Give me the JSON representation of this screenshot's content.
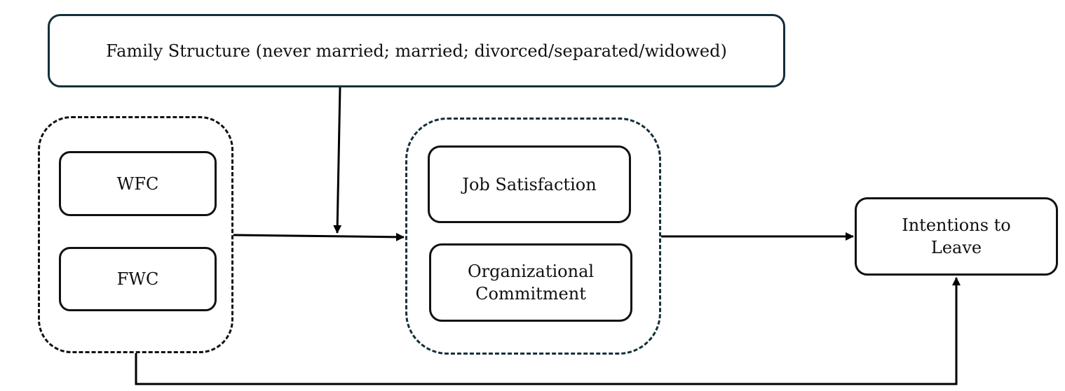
{
  "colors": {
    "dark_border": "#14303a",
    "black_border": "#111111",
    "arrow": "#000000",
    "background": "#ffffff"
  },
  "nodes": {
    "family_structure": "Family Structure (never married; married; divorced/separated/widowed)",
    "wfc": "WFC",
    "fwc": "FWC",
    "job_satisfaction": "Job Satisfaction",
    "organizational_commitment": "Organizational\nCommitment",
    "intentions_to_leave": "Intentions to\nLeave"
  }
}
